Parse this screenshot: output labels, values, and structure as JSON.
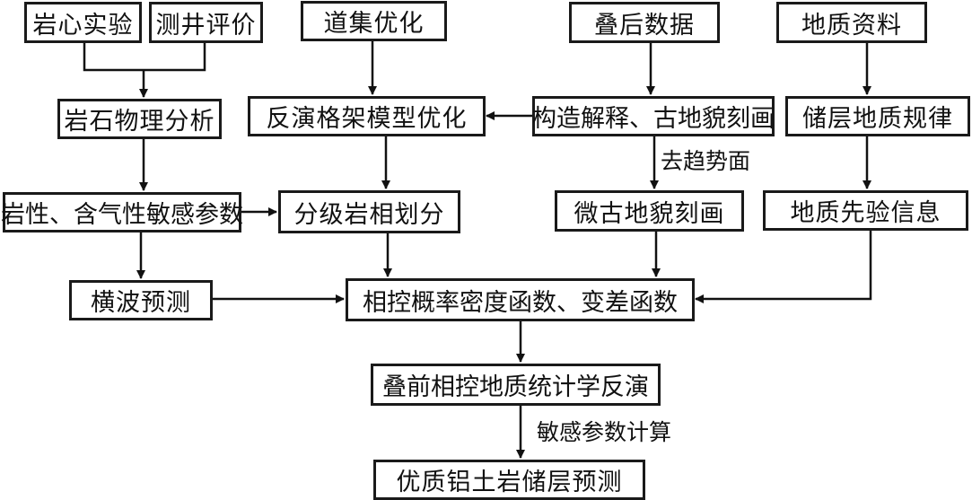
{
  "nodes": {
    "core_experiment": "岩心实验",
    "well_log_eval": "测井评价",
    "gather_optimization": "道集优化",
    "post_stack_data": "叠后数据",
    "geology_data": "地质资料",
    "rock_physics": "岩石物理分析",
    "inversion_framework": "反演格架模型优化",
    "structure_paleo": "构造解释、古地貌刻画",
    "reservoir_geology": "储层地质规律",
    "sensitive_params": "岩性、含气性敏感参数",
    "facies_classification": "分级岩相划分",
    "micro_paleo": "微古地貌刻画",
    "geology_prior": "地质先验信息",
    "shear_wave": "横波预测",
    "facies_pdf": "相控概率密度函数、变差函数",
    "prestack_inversion": "叠前相控地质统计学反演",
    "reservoir_prediction": "优质铝土岩储层预测"
  },
  "edge_labels": {
    "detrend": "去趋势面",
    "sensitive_calc": "敏感参数计算"
  }
}
